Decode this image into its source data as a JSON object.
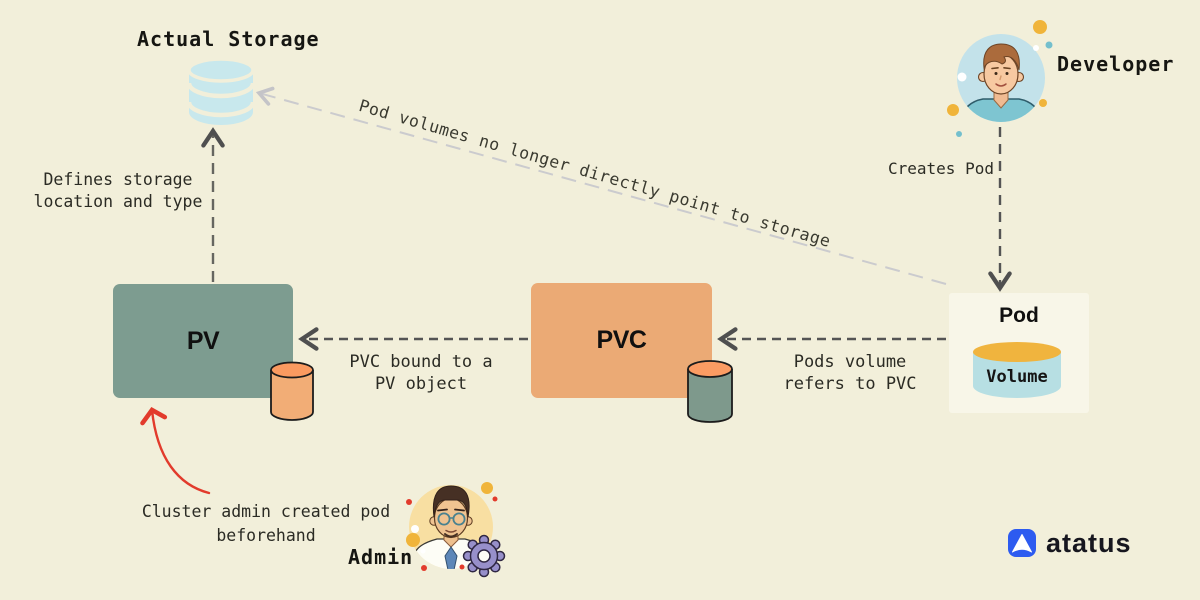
{
  "storage": {
    "title": "Actual Storage"
  },
  "pv": {
    "label": "PV"
  },
  "pvc": {
    "label": "PVC"
  },
  "pod": {
    "label": "Pod",
    "volume": "Volume"
  },
  "developer": {
    "label": "Developer",
    "action": "Creates Pod"
  },
  "admin": {
    "label": "Admin"
  },
  "notes": {
    "defines1": "Defines storage",
    "defines2": "location and type",
    "diagonal": "Pod volumes no longer directly point to storage",
    "pvc_bound1": "PVC bound to a",
    "pvc_bound2": "PV object",
    "pod_vol1": "Pods volume",
    "pod_vol2": "refers to PVC",
    "admin_note1": "Cluster admin created pod",
    "admin_note2": "beforehand"
  },
  "logo": {
    "text": "atatus"
  },
  "colors": {
    "background": "#f2efda",
    "pv_box": "#7d9c90",
    "pvc_box": "#ebaa75",
    "pod_box": "#f8f6e8",
    "storage_db": "#c8e8ed",
    "volume_body": "#b7dfe3",
    "volume_top": "#f0b43e",
    "pv_cylinder_body": "#f2ad76",
    "cylinder_top_orange": "#fa9a60",
    "pvc_cylinder_body": "#7e998c",
    "arrow_dark": "#4f4f4f",
    "arrow_light": "#cbcbce",
    "arrow_red": "#e23b2c",
    "logo_blue": "#2d5bf0"
  }
}
